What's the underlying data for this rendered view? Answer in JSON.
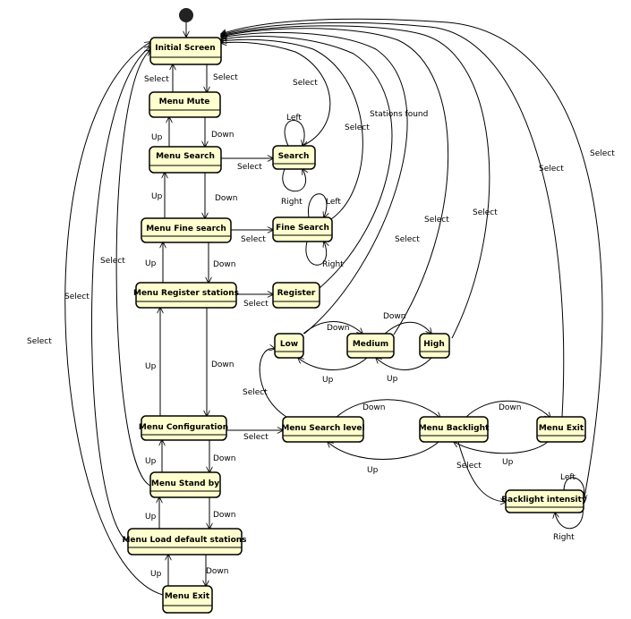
{
  "states": {
    "initial_screen": "Initial Screen",
    "menu_mute": "Menu Mute",
    "menu_search": "Menu Search",
    "menu_fine_search": "Menu Fine search",
    "menu_register_stations": "Menu Register stations",
    "menu_configuration": "Menu Configuration",
    "menu_stand_by": "Menu Stand by",
    "menu_load_default": "Menu Load default stations",
    "menu_exit": "Menu Exit",
    "search": "Search",
    "fine_search": "Fine Search",
    "register": "Register",
    "low": "Low",
    "medium": "Medium",
    "high": "High",
    "menu_search_level": "Menu Search level",
    "menu_backlight": "Menu Backlight",
    "menu_exit_right": "Menu Exit",
    "backlight_intensity": "Backlight intensity"
  },
  "labels": {
    "select": "Select",
    "up": "Up",
    "down": "Down",
    "left": "Left",
    "right": "Right",
    "stations_found": "Stations found"
  },
  "colors": {
    "state_fill": "#fefece",
    "stroke": "#000000"
  }
}
